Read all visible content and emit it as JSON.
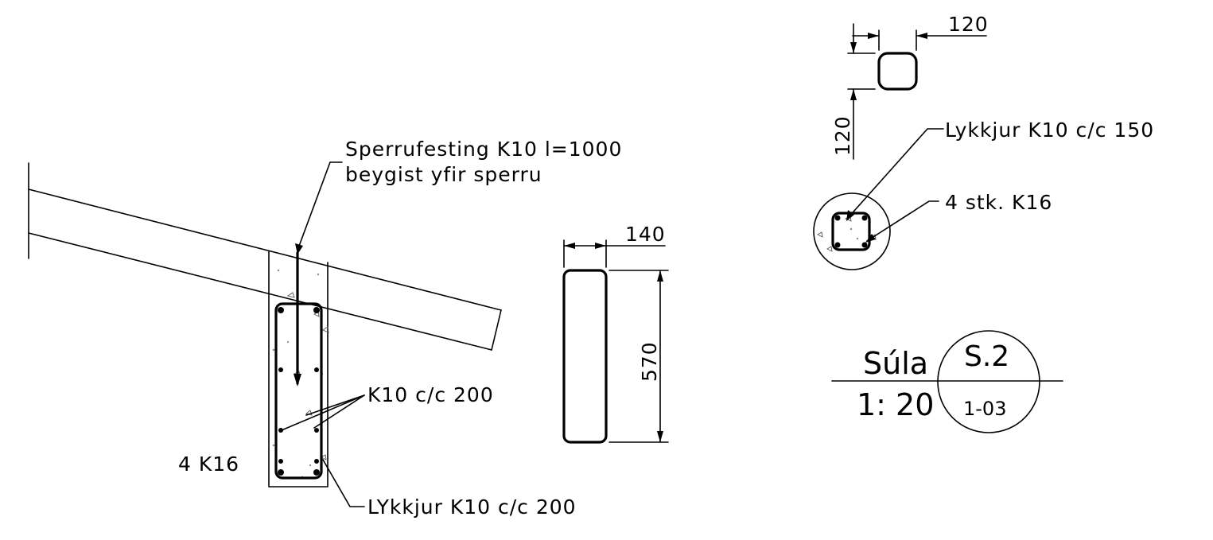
{
  "labels": {
    "rafter_anchor_line1": "Sperrufesting K10 l=1000",
    "rafter_anchor_line2": "beygist yfir sperru",
    "stirrups_elevation": "K10 c/c 200",
    "main_bars_elevation": "4 K16",
    "stirrups_bottom": "LYkkjur K10 c/c 200",
    "stirrups_section": "Lykkjur K10 c/c 150",
    "main_bars_section": "4 stk. K16"
  },
  "dimensions": {
    "section_width": "140",
    "section_height": "570",
    "small_width": "120",
    "small_height": "120"
  },
  "title_block": {
    "name": "Súla",
    "scale": "1: 20",
    "detail_id": "S.2",
    "sheet": "1-03"
  }
}
